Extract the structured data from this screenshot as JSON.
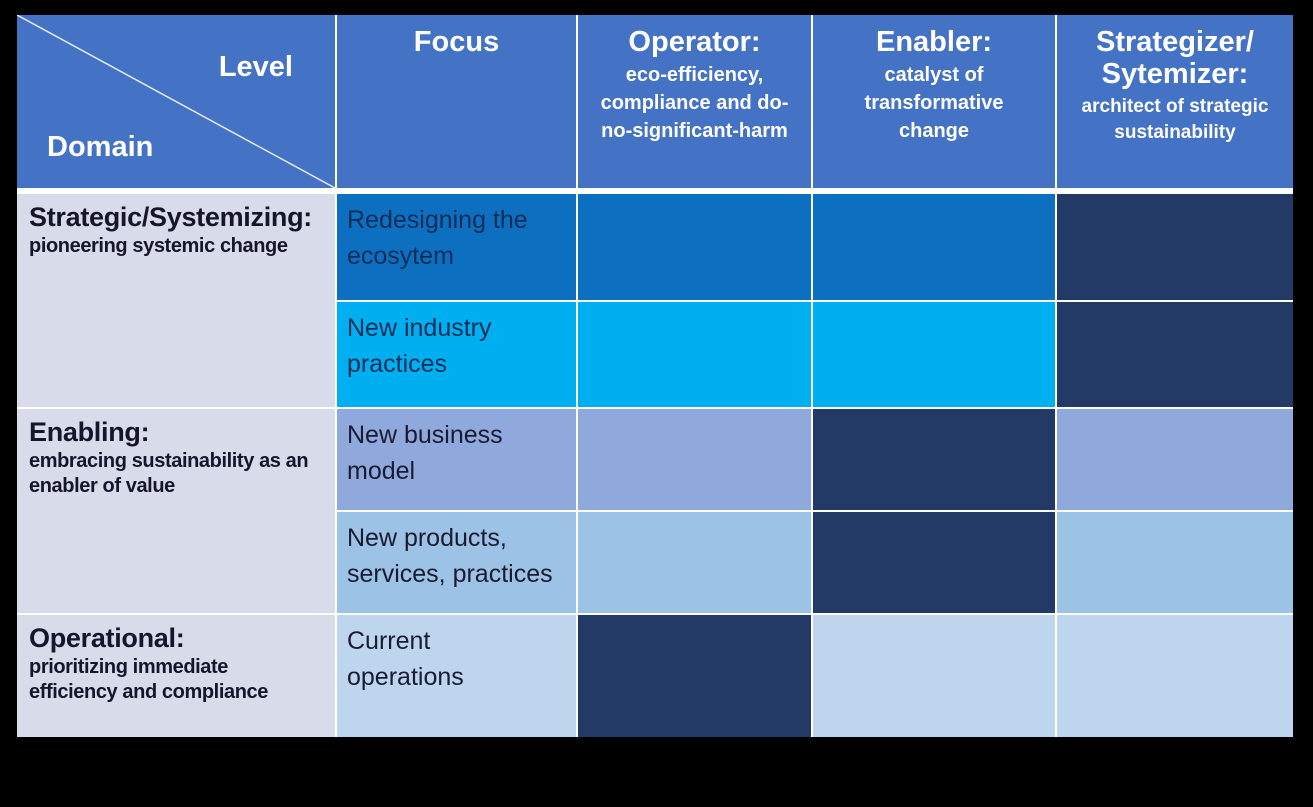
{
  "figure": {
    "palette": {
      "frame_bg": "#000000",
      "grid_line": "#FFFFFF",
      "header_blue": "#4472C4",
      "header_text": "#FFFFFF",
      "domain_bg": "#D8DBE9",
      "domain_text": "#15152B",
      "azure": "#0C6FBF",
      "cyan": "#00AFF0",
      "navy": "#233A66",
      "periwinkle": "#8FA9DC",
      "sky": "#9CC2E5",
      "pale": "#BDD6ED"
    },
    "header": {
      "corner": {
        "level": "Level",
        "domain": "Domain"
      },
      "columns": [
        {
          "title": "Focus"
        },
        {
          "title": "Operator:",
          "subtitle": "eco-efficiency,\ncompliance and do-\nno-significant-harm"
        },
        {
          "title": "Enabler:",
          "subtitle": "catalyst of\ntransformative\nchange"
        },
        {
          "title": "Strategizer/\nSytemizer:",
          "subtitle": "architect of strategic\nsustainability"
        }
      ]
    },
    "groups": [
      {
        "domain": {
          "title": "Strategic/Systemizing:",
          "subtitle": "pioneering systemic change",
          "bg": "#D8DBE9"
        },
        "rows": [
          {
            "focus": {
              "label": "Redesigning the\necosytem",
              "bg": "#0C6FBF",
              "ink": "#0F2D57"
            },
            "cells": [
              {
                "column": "operator",
                "bg": "#0C6FBF"
              },
              {
                "column": "enabler",
                "bg": "#0C6FBF"
              },
              {
                "column": "strategizer",
                "bg": "#233A66"
              }
            ]
          },
          {
            "focus": {
              "label": "New industry\npractices",
              "bg": "#00AFF0",
              "ink": "#0F2D57"
            },
            "cells": [
              {
                "column": "operator",
                "bg": "#00AFF0"
              },
              {
                "column": "enabler",
                "bg": "#00AFF0"
              },
              {
                "column": "strategizer",
                "bg": "#233A66"
              }
            ]
          }
        ]
      },
      {
        "domain": {
          "title": "Enabling:",
          "subtitle": "embracing sustainability as an\nenabler of value",
          "bg": "#D8DBE9"
        },
        "rows": [
          {
            "focus": {
              "label": "New business\nmodel",
              "bg": "#8FA9DC",
              "ink": "#1A1A33"
            },
            "cells": [
              {
                "column": "operator",
                "bg": "#8FA9DC"
              },
              {
                "column": "enabler",
                "bg": "#233A66"
              },
              {
                "column": "strategizer",
                "bg": "#8FA9DC"
              }
            ]
          },
          {
            "focus": {
              "label": "New products,\nservices, practices",
              "bg": "#9CC2E5",
              "ink": "#1A1A33"
            },
            "cells": [
              {
                "column": "operator",
                "bg": "#9CC2E5"
              },
              {
                "column": "enabler",
                "bg": "#233A66"
              },
              {
                "column": "strategizer",
                "bg": "#9CC2E5"
              }
            ]
          }
        ]
      },
      {
        "domain": {
          "title": "Operational:",
          "subtitle": "prioritizing immediate\nefficiency and compliance",
          "bg": "#D8DBE9"
        },
        "rows": [
          {
            "focus": {
              "label": "Current\noperations",
              "bg": "#BDD6ED",
              "ink": "#1A1A33"
            },
            "cells": [
              {
                "column": "operator",
                "bg": "#233A66"
              },
              {
                "column": "enabler",
                "bg": "#BDD6ED"
              },
              {
                "column": "strategizer",
                "bg": "#BDD6ED"
              }
            ]
          }
        ]
      }
    ]
  }
}
